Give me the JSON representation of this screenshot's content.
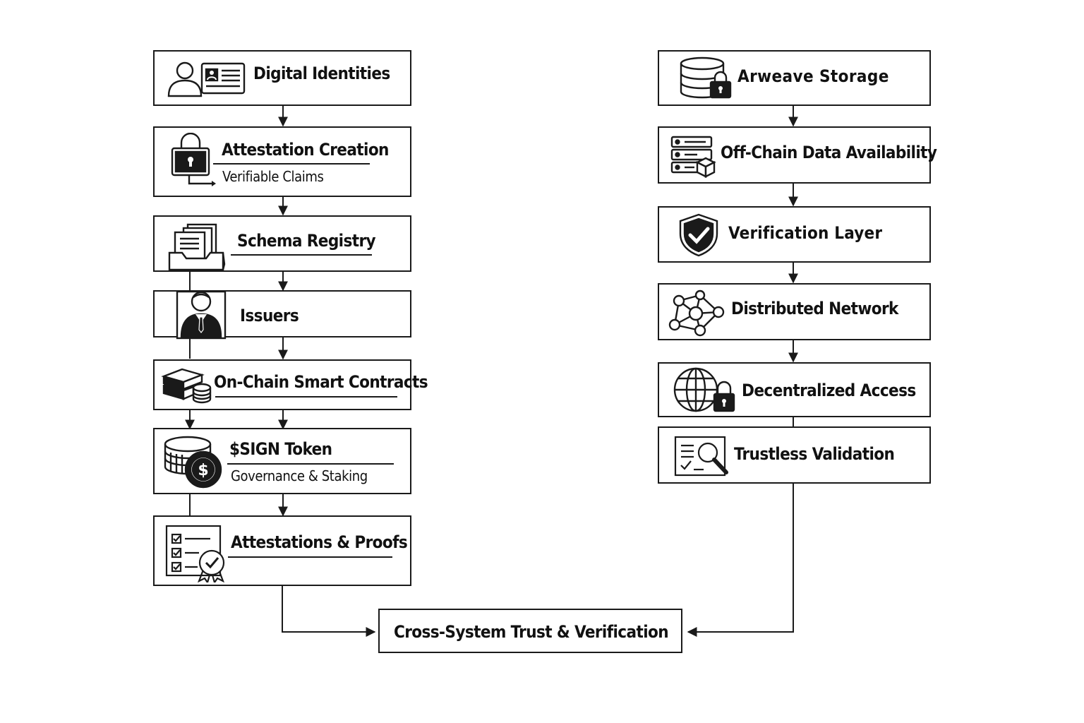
{
  "left_column": {
    "digital_identities": "Digital Identities",
    "attestation_creation": "Attestation Creation",
    "verifiable_claims": "Verifiable Claims",
    "schema_registry": "Schema Registry",
    "issuers": "Issuers",
    "on_chain_smart_contracts": "On-Chain Smart Contracts",
    "sign_token": "$SIGN Token",
    "governance_staking": "Governance & Staking",
    "attestations_proofs": "Attestations & Proofs"
  },
  "right_column": {
    "arweave_storage": "Arweave Storage",
    "off_chain_data_availability": "Off-Chain Data Availability",
    "verification_layer": "Verification Layer",
    "distributed_network": "Distributed Network",
    "decentralized_access": "Decentralized Access",
    "trustless_validation": "Trustless Validation"
  },
  "target": {
    "cross_system_trust": "Cross-System Trust & Verification"
  },
  "icons": {
    "digital_identities": "user-id-card-icon",
    "attestation_creation": "padlock-icon",
    "schema_registry": "document-tray-icon",
    "issuers": "businessman-icon",
    "on_chain_smart_contracts": "blocks-coins-icon",
    "sign_token": "dollar-coin-stack-icon",
    "attestations_proofs": "checklist-certificate-icon",
    "arweave_storage": "database-lock-icon",
    "off_chain_data_availability": "server-cube-icon",
    "verification_layer": "shield-check-icon",
    "distributed_network": "network-nodes-icon",
    "decentralized_access": "globe-lock-icon",
    "trustless_validation": "document-magnifier-icon"
  },
  "colors": {
    "stroke": "#1a1a1a",
    "background": "#ffffff"
  }
}
